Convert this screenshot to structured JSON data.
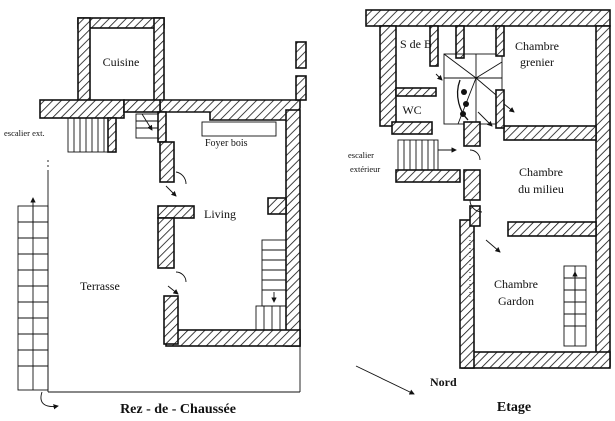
{
  "ground_floor": {
    "title": "Rez - de - Chaussée",
    "rooms": {
      "cuisine": "Cuisine",
      "foyer": "Foyer bois",
      "living": "Living",
      "terrasse": "Terrasse",
      "escalier": "escalier ext."
    }
  },
  "upper_floor": {
    "title": "Etage",
    "north": "Nord",
    "rooms": {
      "sdb": "S de B",
      "wc": "WC",
      "grenier_1": "Chambre",
      "grenier_2": "grenier",
      "milieu_1": "Chambre",
      "milieu_2": "du milieu",
      "gardon_1": "Chambre",
      "gardon_2": "Gardon",
      "escalier_1": "escalier",
      "escalier_2": "extérieur"
    }
  }
}
